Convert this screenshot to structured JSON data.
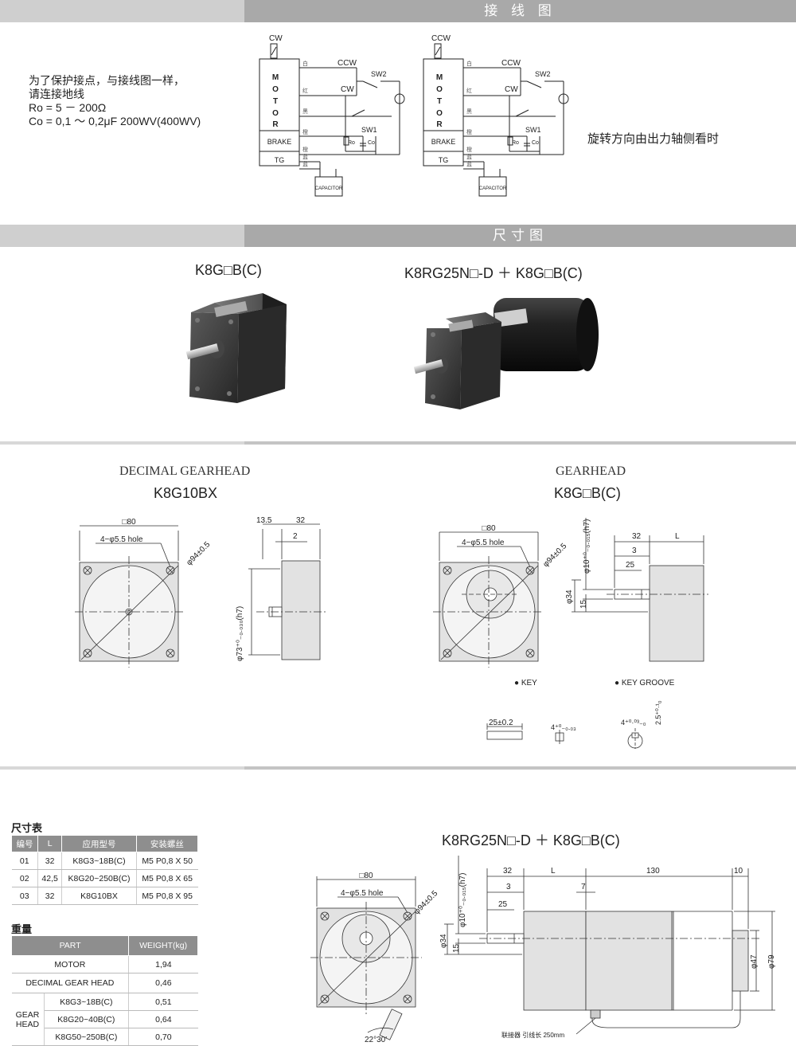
{
  "sections": {
    "wiring": "接 线 图",
    "dimension": "尺寸图"
  },
  "wiring": {
    "note_lines": [
      "为了保护接点，与接线图一样，",
      "请连接地线",
      "Ro = 5 － 200Ω",
      "Co = 0,1 ～ 0,2μF 200WV(400WV)"
    ],
    "rotation_note": "旋转方向由出力轴侧看时",
    "diagram1": {
      "top": "CW",
      "cw": "CW",
      "ccw": "CCW",
      "sw1": "SW1",
      "sw2": "SW2",
      "ro": "Ro",
      "co": "Co"
    },
    "diagram2": {
      "top": "CCW",
      "cw": "CW",
      "ccw": "CCW",
      "sw1": "SW1",
      "sw2": "SW2",
      "ro": "Ro",
      "co": "Co"
    },
    "motor_letters": [
      "M",
      "O",
      "T",
      "O",
      "R"
    ],
    "brake": "BRAKE",
    "tg": "TG",
    "capacitor": "CAPACITOR",
    "wire_colors": [
      "白",
      "红",
      "黑",
      "橙",
      "橙",
      "蓝",
      "蓝"
    ]
  },
  "photos": {
    "left_title": "K8G□B(C)",
    "right_title": "K8RG25N□-D ＋ K8G□B(C)"
  },
  "drawings": {
    "decimal": {
      "caption": "DECIMAL GEARHEAD",
      "model": "K8G10BX",
      "square": "□80",
      "holes": "4−φ5.5 hole",
      "pcd": "φ94±0.5",
      "dim_a": "13.5",
      "dim_b": "32",
      "dim_c": "2",
      "pilot": "φ73⁺⁰₋₀.₀₃₀(h7)"
    },
    "gear": {
      "caption": "GEARHEAD",
      "model": "K8G□B(C)",
      "square": "□80",
      "holes": "4−φ5.5 hole",
      "pcd": "φ94±0.5",
      "shaft": "φ10⁺⁰₋₀.₀₁₅(h7)",
      "d32": "32",
      "dl": "L",
      "d3": "3",
      "d25": "25",
      "d34": "φ34",
      "d15": "15",
      "key": "● KEY",
      "key_groove": "● KEY  GROOVE",
      "key_len": "25±0.2",
      "key_w": "4⁺⁰₋₀.₀₃",
      "groove_w": "4⁺⁰·⁰³₋₀",
      "groove_d": "2.5⁺⁰·¹₀"
    }
  },
  "size_table": {
    "title": "尺寸表",
    "headers": [
      "编号",
      "L",
      "应用型号",
      "安装螺丝"
    ],
    "rows": [
      [
        "01",
        "32",
        "K8G3~18B(C)",
        "M5 P0,8 X 50"
      ],
      [
        "02",
        "42,5",
        "K8G20~250B(C)",
        "M5 P0,8 X 65"
      ],
      [
        "03",
        "32",
        "K8G10BX",
        "M5 P0,8 X 95"
      ]
    ]
  },
  "weight_table": {
    "title": "重量",
    "headers": [
      "PART",
      "WEIGHT(kg)"
    ],
    "motor": [
      "MOTOR",
      "1,94"
    ],
    "decimal": [
      "DECIMAL GEAR HEAD",
      "0,46"
    ],
    "gear_label": "GEAR HEAD",
    "gear_rows": [
      [
        "K8G3~18B(C)",
        "0,51"
      ],
      [
        "K8G20~40B(C)",
        "0,64"
      ],
      [
        "K8G50~250B(C)",
        "0,70"
      ]
    ]
  },
  "assembly": {
    "title": "K8RG25N□-D ＋ K8G□B(C)",
    "square": "□80",
    "holes": "4−φ5.5 hole",
    "pcd": "φ94±0.5",
    "angle": "22°30'",
    "shaft": "φ10⁺⁰₋₀.₀₁₅(h7)",
    "d32": "32",
    "dl": "L",
    "d130": "130",
    "d10": "10",
    "d3": "3",
    "d7": "7",
    "d25": "25",
    "d34": "φ34",
    "d15": "15",
    "d47": "φ47",
    "d79": "φ79",
    "lead": "联接器 引线长 250mm"
  }
}
